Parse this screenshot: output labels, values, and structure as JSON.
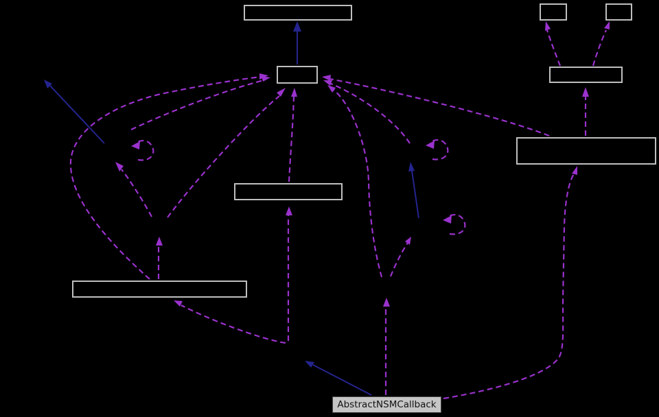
{
  "diagram": {
    "kind": "class-collaboration-graph",
    "main_node": {
      "label": "AbstractNSMCallback"
    },
    "colors": {
      "background": "#000000",
      "inheritance_edge": "#24248f",
      "usage_edge": "#9a32cd",
      "node_border": "#bfbfbf",
      "main_node_fill": "#c6c6c6",
      "main_node_border": "#474747",
      "main_node_text": "#111111"
    },
    "nodes": [
      {
        "id": "top-wide",
        "label": ""
      },
      {
        "id": "hub-small",
        "label": ""
      },
      {
        "id": "top-right-a",
        "label": ""
      },
      {
        "id": "top-right-b",
        "label": ""
      },
      {
        "id": "right-upper",
        "label": ""
      },
      {
        "id": "right-large",
        "label": ""
      },
      {
        "id": "center-wide",
        "label": ""
      },
      {
        "id": "left-wide",
        "label": ""
      },
      {
        "id": "main",
        "label": "AbstractNSMCallback"
      }
    ]
  }
}
